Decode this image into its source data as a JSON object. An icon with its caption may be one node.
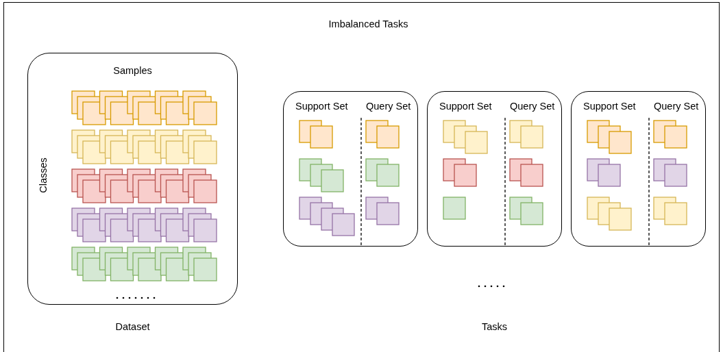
{
  "diagram": {
    "title": "Imbalanced Tasks",
    "nodes": [
      {
        "text": [
          "Samples",
          "Classes"
        ],
        "beside": [
          "Dataset"
        ]
      },
      {
        "text": [
          "Support Set",
          "Query Set"
        ]
      },
      {
        "text": [
          "Support Set",
          "Query Set"
        ]
      },
      {
        "text": [
          "Support Set",
          "Query Set"
        ]
      }
    ],
    "edges": [],
    "labels": [
      "Tasks"
    ]
  }
}
